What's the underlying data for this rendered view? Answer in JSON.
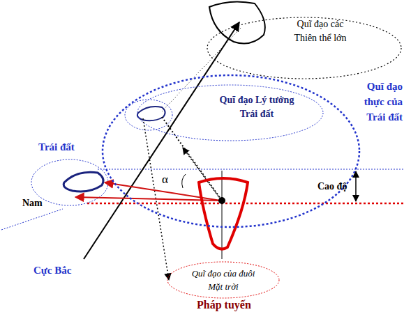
{
  "diagram": {
    "nodes": [
      {
        "text": [
          "Quĩ đạo các Thiên thể lớn"
        ]
      },
      {
        "text": [
          "Quĩ đạo thực của Trái đất"
        ]
      },
      {
        "text": [
          "Quĩ đạo Lý tưởng Trái đất"
        ],
        "in": 1
      },
      {
        "text": [
          "Quĩ đạo của đuôi Mặt trời"
        ]
      }
    ],
    "labels": [
      "Trái đất",
      "Nam",
      "Cực Bắc",
      "α",
      "Cao độ",
      "Pháp tuyến"
    ]
  }
}
